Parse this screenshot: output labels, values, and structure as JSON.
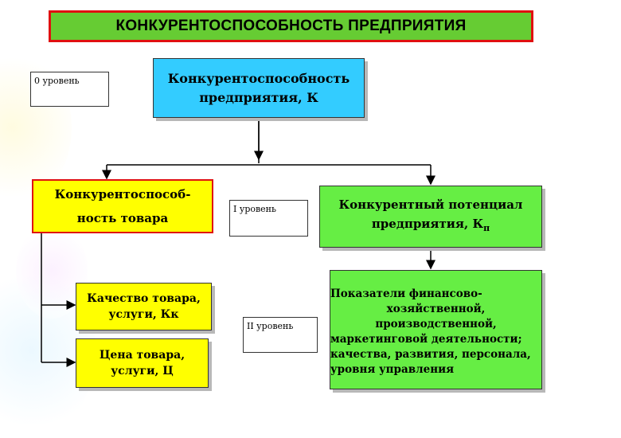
{
  "title": "КОНКУРЕНТОСПОСОБНОСТЬ ПРЕДПРИЯТИЯ",
  "levels": {
    "zero": "0 уровень",
    "one": "I уровень",
    "two": "II уровень"
  },
  "company": {
    "line1": "Конкурентоспособность",
    "line2": "предприятия, К"
  },
  "goods": {
    "line1": "Конкурентоспособ-",
    "line2": "ность товара"
  },
  "potential": {
    "line1": "Конкурентный потенциал",
    "line2": "предприятия, К",
    "subscript": "п"
  },
  "indicators": {
    "line1": "Показатели финансово-",
    "line2": "хозяйственной, производственной,",
    "line3": "маркетинговой деятельности;",
    "line4": "качества, развития, персонала,",
    "line5": "уровня управления"
  },
  "quality": {
    "line1": "Качество товара,",
    "line2": "услуги,  Кк"
  },
  "price": {
    "line1": "Цена товара,",
    "line2": "услуги, Ц"
  },
  "colors": {
    "title_bg": "#66cc33",
    "title_border": "#e01010",
    "company_bg": "#33ccff",
    "goods_bg": "#ffff00",
    "potential_bg": "#66ee44"
  }
}
